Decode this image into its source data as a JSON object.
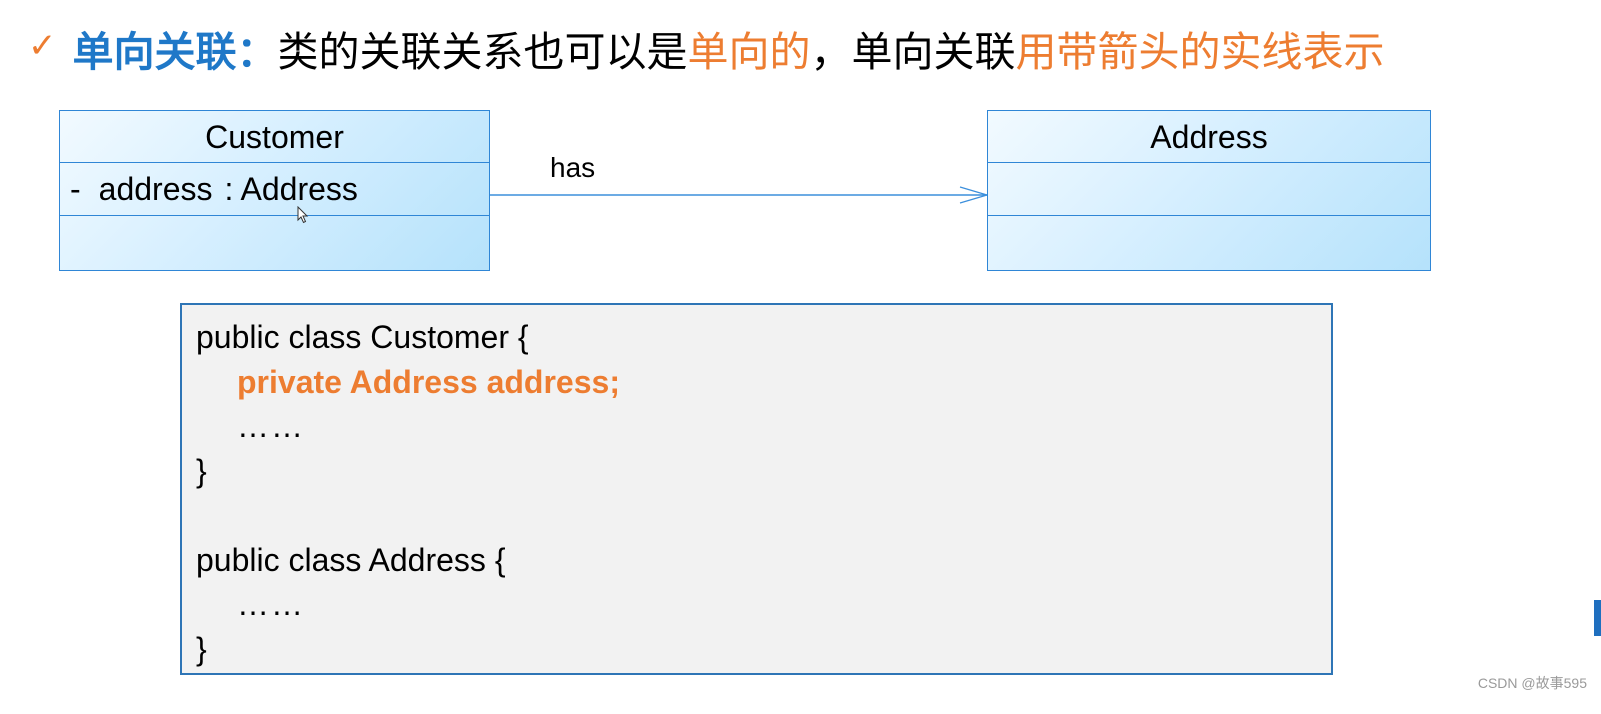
{
  "header": {
    "check_icon": "✓",
    "keyword": "单向关联：",
    "segments": [
      {
        "text": "类的关联关系也可以是",
        "color": "#000000"
      },
      {
        "text": "单向的",
        "color": "#ed7d31"
      },
      {
        "text": "，单向关联",
        "color": "#000000"
      },
      {
        "text": "用带箭头的实线表示",
        "color": "#ed7d31"
      }
    ]
  },
  "diagram": {
    "classes": [
      {
        "name": "Customer",
        "attributes": [
          {
            "visibility": "-",
            "name": "address",
            "type": ": Address"
          }
        ],
        "operations": []
      },
      {
        "name": "Address",
        "attributes": [],
        "operations": []
      }
    ],
    "association": {
      "label": "has",
      "from": "Customer",
      "to": "Address",
      "style": "solid line with open arrowhead"
    },
    "colors": {
      "border": "#2f86d6",
      "fill_light": "#f2faff",
      "fill_dark": "#b5e2fb"
    }
  },
  "code": {
    "lines": [
      {
        "text": "public class Customer {",
        "indent": false,
        "highlight": false
      },
      {
        "text": "private Address address;",
        "indent": true,
        "highlight": true
      },
      {
        "text": "……",
        "indent": true,
        "highlight": false
      },
      {
        "text": "}",
        "indent": false,
        "highlight": false
      },
      {
        "text": "",
        "indent": false,
        "highlight": false
      },
      {
        "text": "public class Address {",
        "indent": false,
        "highlight": false
      },
      {
        "text": "……",
        "indent": true,
        "highlight": false
      },
      {
        "text": "}",
        "indent": false,
        "highlight": false
      }
    ],
    "highlight_color": "#ed7d31",
    "border_color": "#2e75b6",
    "background": "#f2f2f2"
  },
  "watermark": "CSDN @故事595"
}
